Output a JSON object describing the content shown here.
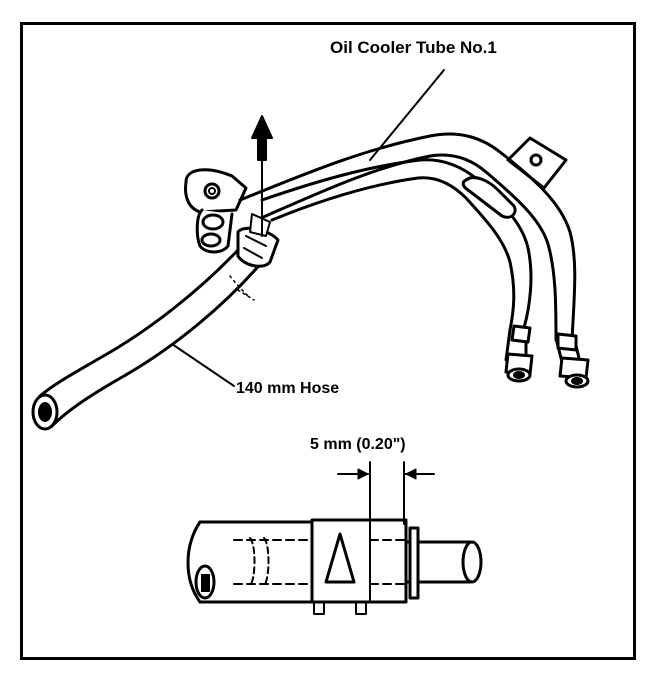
{
  "callouts": {
    "oil_cooler_tube": "Oil Cooler Tube No.1",
    "hose": "140 mm Hose",
    "clamp_offset": "5 mm (0.20\")"
  },
  "colors": {
    "ink": "#000000",
    "paper": "#ffffff"
  },
  "icons": [
    "up-arrow-icon",
    "dimension-arrow-icon"
  ]
}
